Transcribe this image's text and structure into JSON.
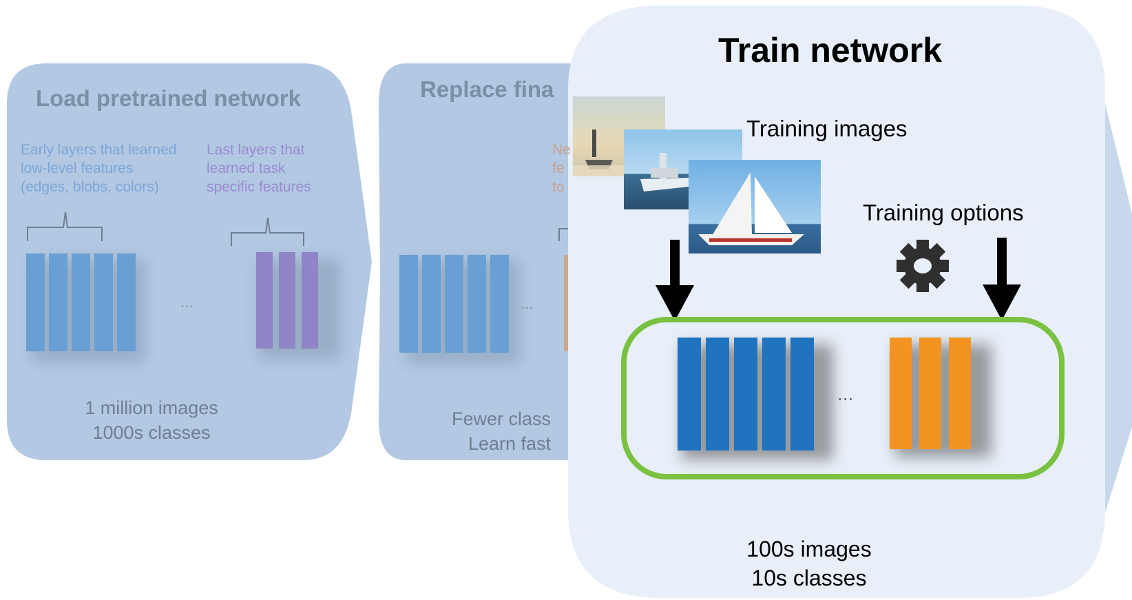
{
  "stage1": {
    "title": "Load pretrained network",
    "early_layers_text": [
      "Early layers that learned",
      "low-level features",
      "(edges, blobs, colors)"
    ],
    "last_layers_text": [
      "Last layers that",
      "learned task",
      "specific features"
    ],
    "ellipsis": "...",
    "counts": [
      "1 million images",
      "1000s classes"
    ]
  },
  "stage2": {
    "title": "Replace fina",
    "new_layers_text": [
      "Ne",
      "fe",
      "to"
    ],
    "ellipsis": "...",
    "counts": [
      "Fewer class",
      "Learn fast"
    ]
  },
  "stage3": {
    "title": "Train network",
    "training_images_label": "Training images",
    "training_options_label": "Training options",
    "ellipsis": "...",
    "counts": [
      "100s images",
      "10s classes"
    ]
  },
  "colors": {
    "panel_faded": "#b2c8e3",
    "panel_main": "#e8eff8",
    "early_layers_faded": "#6a9fd4",
    "last_layers_faded": "#8f84c6",
    "early_layers_main": "#1f73bf",
    "last_layers_main": "#f39322",
    "highlight_border": "#7ac142"
  },
  "icons": [
    "brace-icon",
    "gear-icon",
    "down-arrow-icon",
    "boat-photo"
  ]
}
